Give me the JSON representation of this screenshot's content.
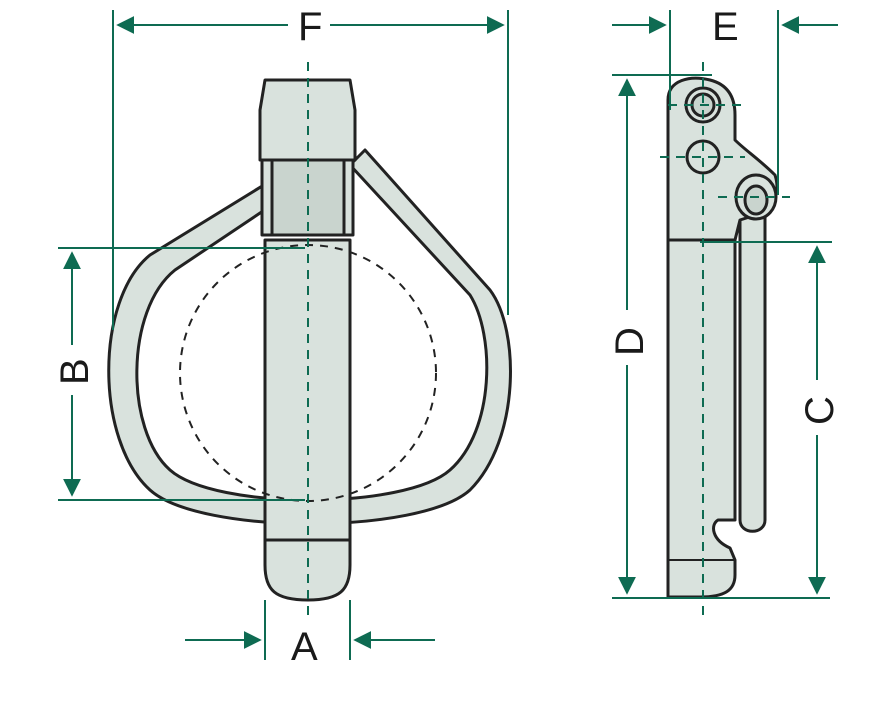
{
  "diagram": {
    "labels": {
      "A": "A",
      "B": "B",
      "C": "C",
      "D": "D",
      "E": "E",
      "F": "F"
    },
    "colors": {
      "dimension": "#0e6b52",
      "part_fill": "#d9e2dd",
      "outline": "#222222",
      "background": "#ffffff"
    }
  }
}
